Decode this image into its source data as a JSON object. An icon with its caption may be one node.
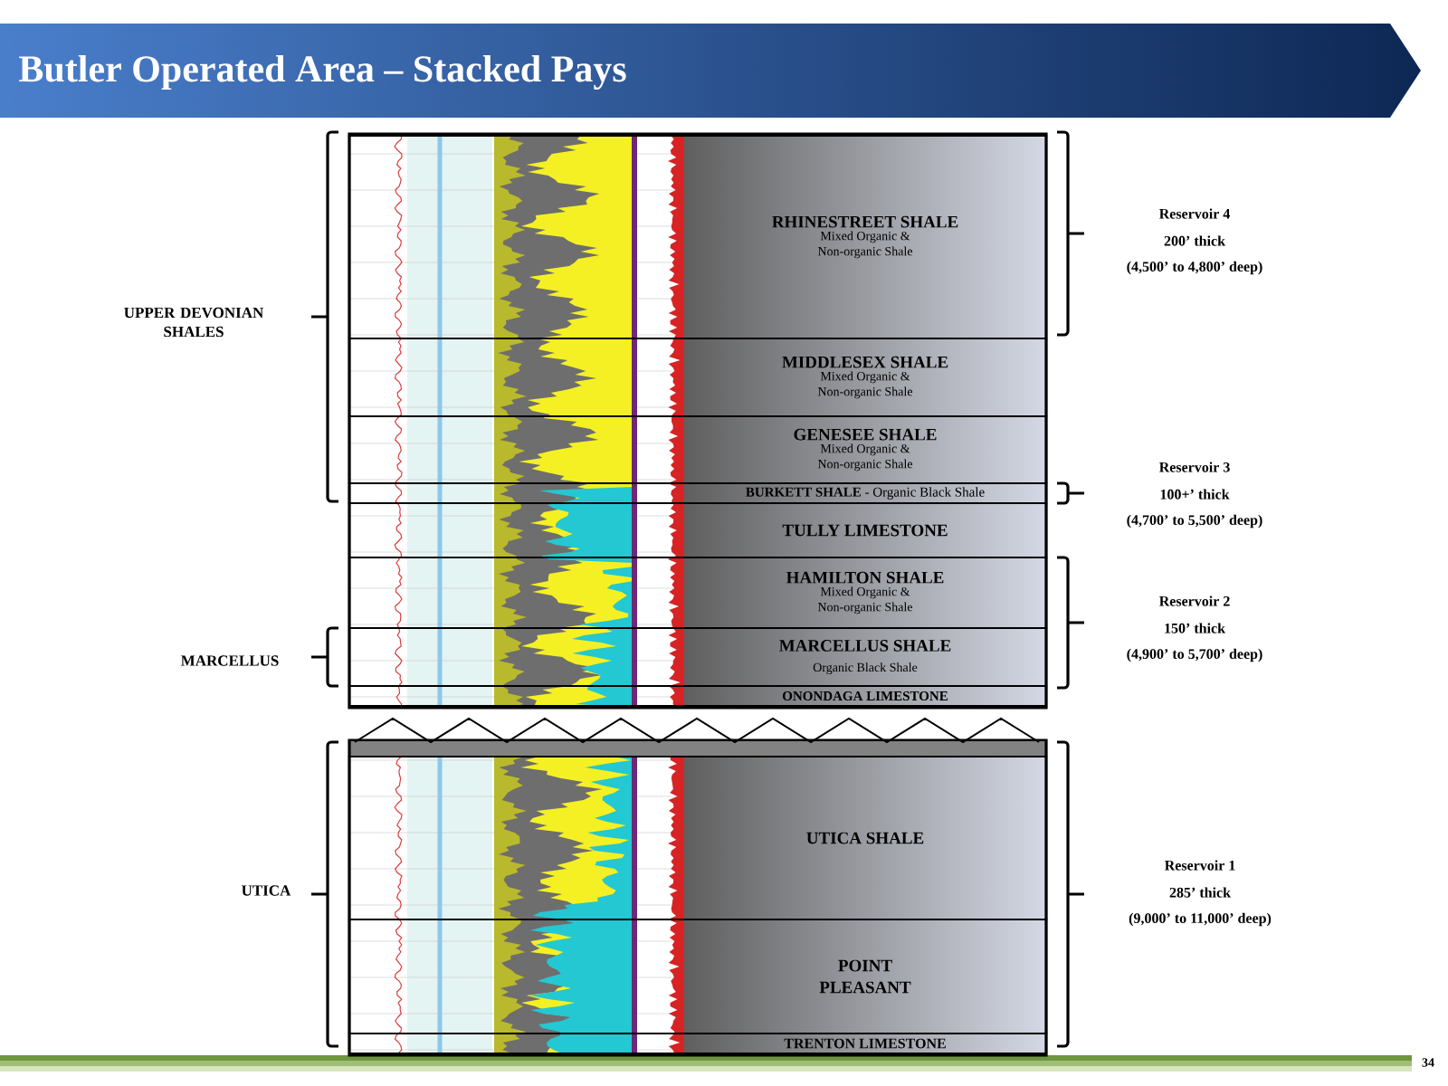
{
  "diagram": {
    "title": "Butler Operated Area – Stacked Pays",
    "nodes": [
      {
        "text": [
          "RHINESTREET SHALE",
          "Mixed Organic & Non-organic Shale"
        ]
      },
      {
        "text": [
          "MIDDLESEX SHALE",
          "Mixed Organic & Non-organic Shale"
        ]
      },
      {
        "text": [
          "GENESEE SHALE",
          "Mixed Organic & Non-organic Shale"
        ]
      },
      {
        "text": [
          "**BURKETT SHALE** - Organic Black Shale"
        ]
      },
      {
        "text": [
          "TULLY LIMESTONE"
        ]
      },
      {
        "text": [
          "HAMILTON SHALE",
          "Mixed Organic & Non-organic Shale"
        ]
      },
      {
        "text": [
          "MARCELLUS SHALE",
          "Organic Black Shale"
        ]
      },
      {
        "text": [
          "ONONDAGA LIMESTONE"
        ]
      },
      {
        "text": [
          "UTICA SHALE"
        ]
      },
      {
        "text": [
          "POINT PLEASANT"
        ]
      },
      {
        "text": [
          "TRENTON LIMESTONE"
        ]
      }
    ],
    "labels": [
      "Reservoir 4",
      "200’ thick",
      "(4,500’ to 4,800’ deep)",
      "UPPER DEVONIAN SHALES",
      "Reservoir 3",
      "100+’ thick",
      "(4,700’ to 5,500’ deep)",
      "Reservoir 2",
      "150’ thick",
      "(4,900’ to 5,700’ deep)",
      "MARCELLUS",
      "Reservoir 1",
      "285’ thick",
      "(9,000’ to 11,000’ deep)",
      "UTICA",
      "34"
    ]
  }
}
